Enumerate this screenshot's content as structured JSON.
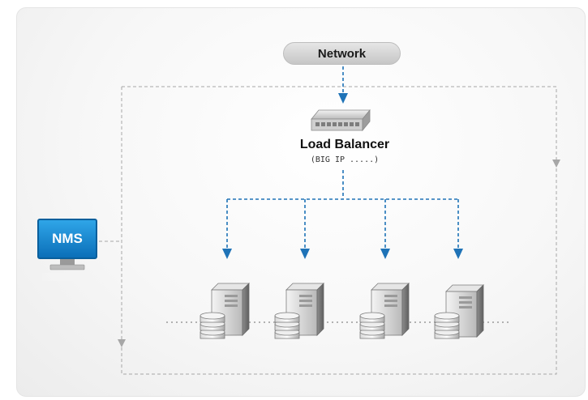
{
  "network_label": "Network",
  "load_balancer": {
    "title": "Load Balancer",
    "subtitle": "(BIG IP .....)"
  },
  "nms_label": "NMS",
  "colors": {
    "arrow_blue": "#1f73b7",
    "dashed_gray": "#a7a7a7",
    "nms_blue": "#1e8fd8"
  },
  "icons": {
    "load_balancer": "network-switch-icon",
    "server": "database-server-icon",
    "nms": "monitor-icon"
  },
  "server_count": 4
}
